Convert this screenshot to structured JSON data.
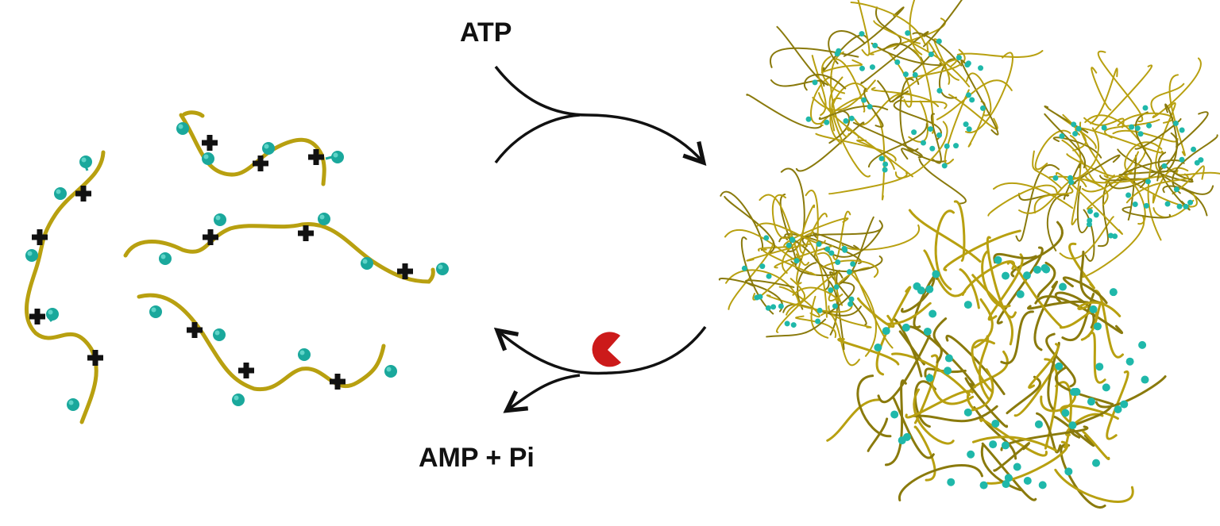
{
  "labels": {
    "top": "ATP",
    "bottom": "AMP + Pi"
  },
  "colors": {
    "strand": "#b8a010",
    "strand_dark": "#7a6a08",
    "bead": "#1aa89c",
    "charge": "#111111",
    "enzyme": "#cc1a1a",
    "arrow": "#111111"
  },
  "left_panel": {
    "description": "Free cationic peptide strands with positive charges and pendant beads",
    "strand_count": 4,
    "charge_symbol": "+"
  },
  "right_panel": {
    "description": "Assembled tangled fiber clusters",
    "cluster_count": 4
  },
  "enzyme_icon": "pacman-enzyme-icon"
}
